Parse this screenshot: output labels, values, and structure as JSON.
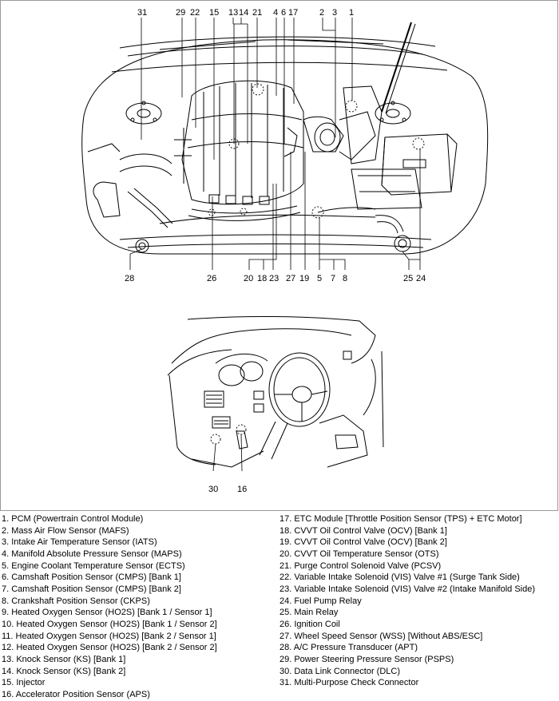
{
  "callouts": {
    "top": [
      "31",
      "29",
      "22",
      "15",
      "13",
      "14",
      "21",
      "4",
      "6",
      "17",
      "2",
      "3",
      "1"
    ],
    "bottom": [
      "28",
      "26",
      "20",
      "18",
      "23",
      "27",
      "19",
      "5",
      "7",
      "8",
      "25",
      "24"
    ],
    "interior": [
      "30",
      "16"
    ]
  },
  "legend": [
    "1. PCM (Powertrain Control Module)",
    "2. Mass Air Flow Sensor (MAFS)",
    "3. Intake Air Temperature Sensor (IATS)",
    "4. Manifold Absolute Pressure Sensor (MAPS)",
    "5. Engine Coolant Temperature Sensor (ECTS)",
    "6. Camshaft Position Sensor (CMPS) [Bank 1]",
    "7. Camshaft Position Sensor (CMPS) [Bank 2]",
    "8. Crankshaft Position Sensor (CKPS)",
    "9. Heated Oxygen Sensor (HO2S) [Bank 1 / Sensor 1]",
    "10. Heated Oxygen Sensor (HO2S) [Bank 1 / Sensor 2]",
    "11. Heated Oxygen Sensor (HO2S) [Bank 2 / Sensor 1]",
    "12. Heated Oxygen Sensor (HO2S) [Bank 2 / Sensor 2]",
    "13. Knock Sensor (KS) [Bank 1]",
    "14. Knock Sensor (KS) [Bank 2]",
    "15. Injector",
    "16. Accelerator Position Sensor (APS)",
    "17. ETC Module [Throttle Position Sensor (TPS) + ETC Motor]",
    "18. CVVT Oil Control Valve (OCV) [Bank 1]",
    "19. CVVT Oil Control Valve (OCV) [Bank 2]",
    "20. CVVT Oil Temperature Sensor (OTS)",
    "21. Purge Control Solenoid Valve (PCSV)",
    "22. Variable Intake Solenoid (VIS) Valve #1 (Surge Tank Side)",
    "23. Variable Intake Solenoid (VIS) Valve #2 (Intake Manifold Side)",
    "24. Fuel Pump Relay",
    "25. Main Relay",
    "26. Ignition Coil",
    "27. Wheel Speed Sensor (WSS) [Without ABS/ESC]",
    "28. A/C Pressure Transducer (APT)",
    "29. Power Steering Pressure Sensor (PSPS)",
    "30. Data Link Connector (DLC)",
    "31. Multi-Purpose Check Connector"
  ],
  "colors": {
    "line": "#000000",
    "frame": "#9a9a9a",
    "background": "#ffffff"
  }
}
